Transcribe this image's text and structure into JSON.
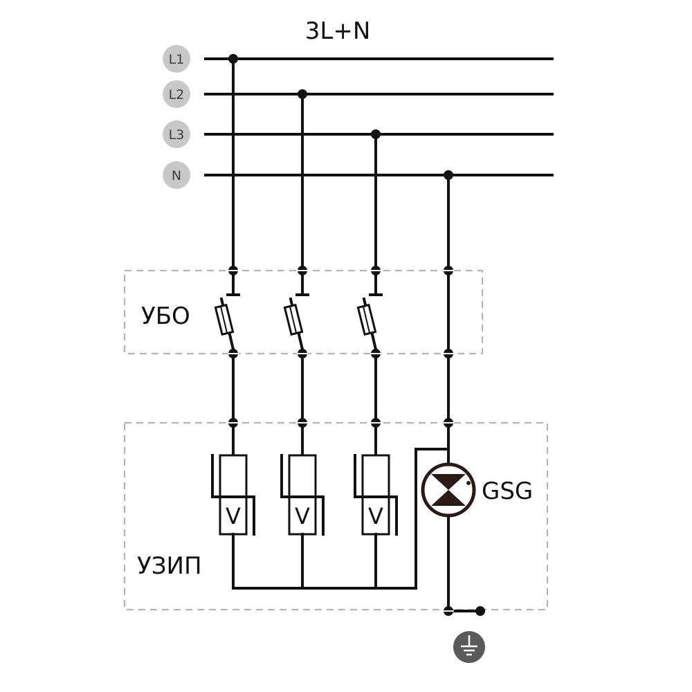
{
  "title": "3L+N",
  "lines": [
    {
      "label": "L1"
    },
    {
      "label": "L2"
    },
    {
      "label": "L3"
    },
    {
      "label": "N"
    }
  ],
  "ubo_label": "УБО",
  "uzip_label": "УЗИП",
  "varistor_label": "V",
  "gsg_label": "GSG",
  "icons": {
    "ground": "ground-icon",
    "gas-discharge": "gas-discharge-tube-icon"
  },
  "colors": {
    "wire": "#111111",
    "badge": "#c8c8c8",
    "box_outline": "#b3b3b3",
    "ground": "#5a5a5a"
  }
}
